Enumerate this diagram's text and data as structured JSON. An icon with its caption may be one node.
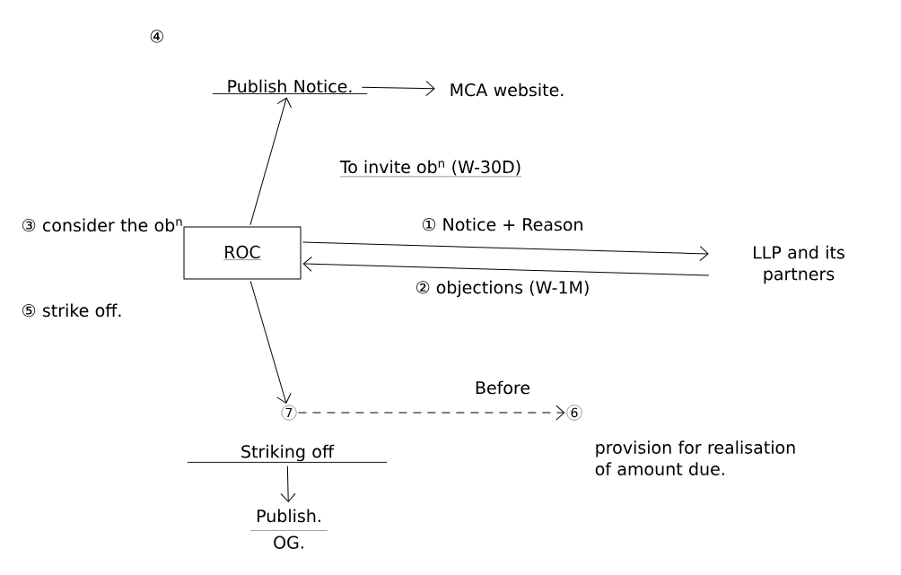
{
  "diagram": {
    "nodes": [
      {
        "text": [
          "ROC"
        ]
      },
      {
        "text": [
          "Publish Notice."
        ],
        "beside": [
          "④"
        ]
      },
      {
        "text": [
          "MCA website."
        ]
      },
      {
        "text": [
          "LLP and its partners"
        ]
      },
      {
        "text": [
          "7"
        ]
      },
      {
        "text": [
          "6"
        ],
        "beside": [
          "provision for realisation of amount due."
        ]
      },
      {
        "text": [
          "Striking off"
        ]
      },
      {
        "text": [
          "Publish.",
          "OG."
        ]
      }
    ],
    "edges": [
      {
        "from": 0,
        "to": 1,
        "arrow": "to",
        "label": "To invite ob$^{n}$ (W-30D)"
      },
      {
        "from": 0,
        "to": 3,
        "arrow": "to",
        "label": "① Notice + Reason"
      },
      {
        "from": 3,
        "to": 0,
        "arrow": "to",
        "label": "② objections (W-1M)"
      },
      {
        "from": 1,
        "to": 2,
        "arrow": "to"
      },
      {
        "from": 0,
        "to": 4,
        "arrow": "to"
      },
      {
        "from": 4,
        "to": 5,
        "arrow": "to",
        "style": "dashed",
        "label": "Before"
      },
      {
        "from": 6,
        "to": 7,
        "arrow": "to"
      }
    ],
    "labels": [
      "③ consider the ob$^{n}$",
      "⑤ strike off."
    ]
  }
}
